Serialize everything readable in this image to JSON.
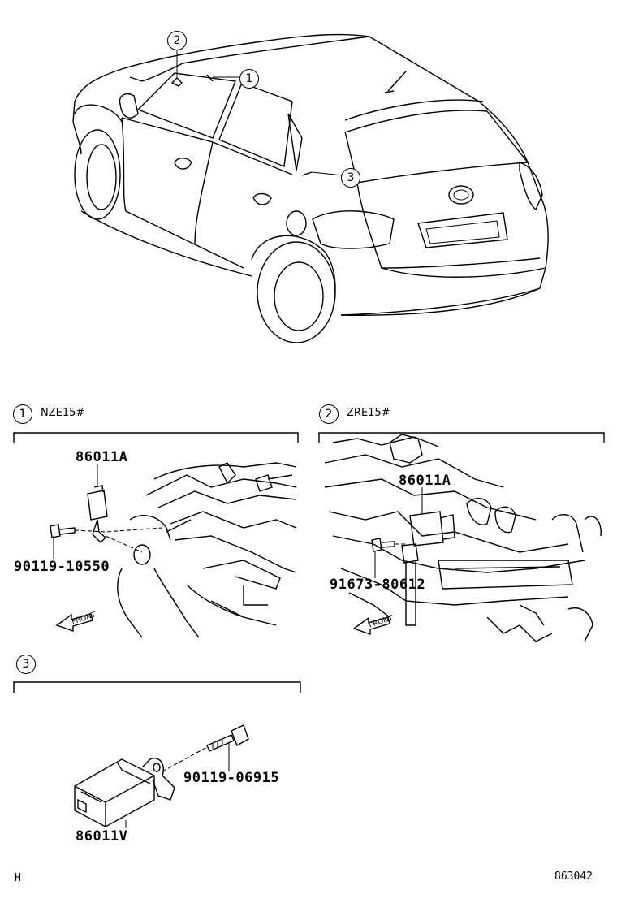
{
  "callouts": {
    "car": [
      "1",
      "2",
      "3"
    ],
    "section1": "1",
    "section2": "2",
    "section3": "3"
  },
  "sections": {
    "s1": {
      "model": "NZE15#",
      "part_main": "86011A",
      "part_bolt": "90119-10550",
      "front": "FRONT"
    },
    "s2": {
      "model": "ZRE15#",
      "part_main": "86011A",
      "part_bolt": "91673-80612",
      "front": "FRONT"
    },
    "s3": {
      "part_main": "86011V",
      "part_bolt": "90119-06915"
    }
  },
  "footer": {
    "left": "H",
    "right": "863042"
  }
}
